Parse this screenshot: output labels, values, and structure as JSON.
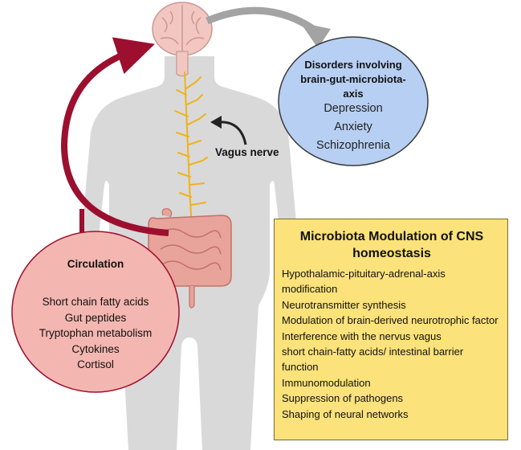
{
  "disorders": {
    "title": "Disorders involving brain-gut-microbiota-axis",
    "items": [
      "Depression",
      "Anxiety",
      "Schizophrenia"
    ]
  },
  "vagus": {
    "label": "Vagus nerve"
  },
  "circulation": {
    "title": "Circulation",
    "items": [
      "Short chain fatty acids",
      "Gut peptides",
      "Tryptophan metabolism",
      "Cytokines",
      "Cortisol"
    ]
  },
  "microbiota": {
    "title": "Microbiota Modulation of CNS homeostasis",
    "items": [
      "Hypothalamic-pituitary-adrenal-axis modification",
      "Neurotransmitter synthesis",
      "Modulation of brain-derived neurotrophic factor",
      "Interference with the nervus vagus",
      "short chain-fatty acids/  intestinal barrier function",
      "Immunomodulation",
      "Suppression of pathogens",
      "Shaping of neural networks"
    ]
  },
  "colors": {
    "body": "#d9d9d9",
    "brain": "#f2c7c2",
    "nerve": "#f0b21c",
    "gut": "#e8a39a",
    "circulation_fill": "#f4b6b0",
    "disorders_fill": "#b7cff3",
    "microbiota_fill": "#fbe27a",
    "red_arrow": "#9c0f2f",
    "gray_arrow": "#a3a3a3"
  }
}
